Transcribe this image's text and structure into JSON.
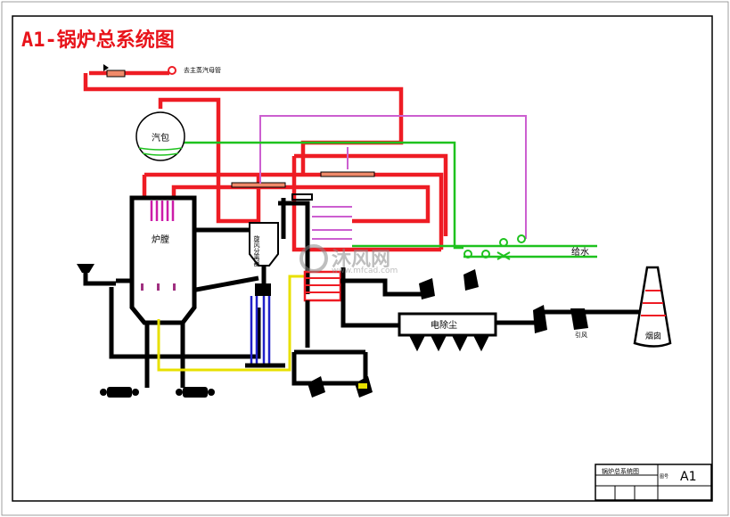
{
  "title": "A1-锅炉总系统图",
  "labels": {
    "to_main_steam": "去主蒸汽母管",
    "drum": "汽包",
    "furnace": "炉膛",
    "separator": "旋风分离器",
    "feedwater": "给水",
    "precipitator": "电除尘",
    "fan": "引风",
    "chimney": "烟囱"
  },
  "title_block": {
    "drawing_name": "锅炉总系统图",
    "sheet_no": "A1",
    "small_cell": "图号"
  },
  "watermark": {
    "brand": "沐风网",
    "url": "www.mfcad.com"
  },
  "colors": {
    "steam": "#ee1c24",
    "feedwater": "#1ec21e",
    "desuperheat": "#cc5fd0",
    "flue": "#000000",
    "blue_loop": "#2020c8",
    "yellow_loop": "#e8e000"
  }
}
